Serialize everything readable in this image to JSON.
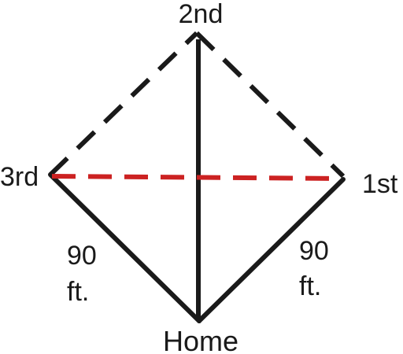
{
  "bases": {
    "second": "2nd",
    "first": "1st",
    "third": "3rd",
    "home": "Home"
  },
  "distances": {
    "left": {
      "value": "90",
      "unit": "ft."
    },
    "right": {
      "value": "90",
      "unit": "ft."
    }
  },
  "colors": {
    "line": "#1a1a1a",
    "highlight_line": "#cc2222",
    "background": "#ffffff"
  }
}
